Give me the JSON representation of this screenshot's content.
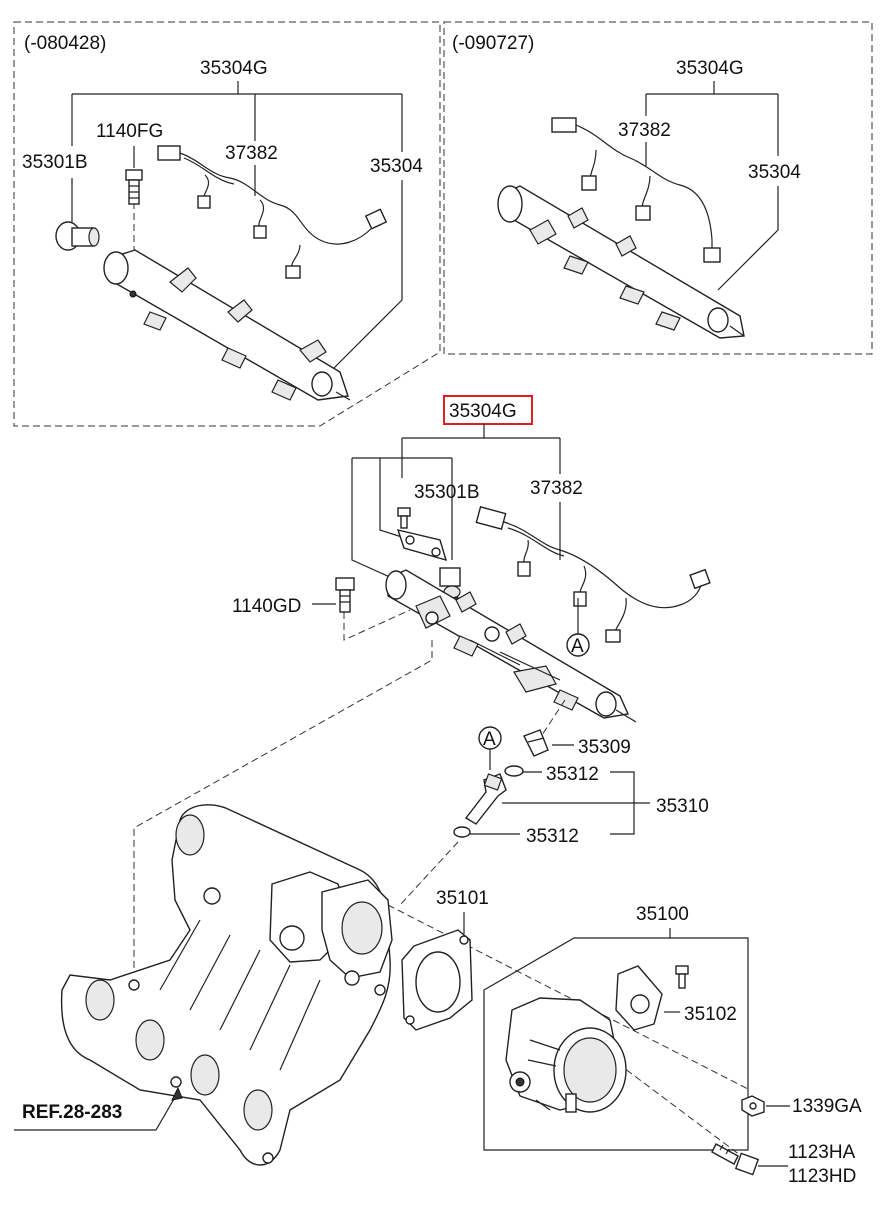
{
  "variants": {
    "left_code": "(-080428)",
    "right_code": "(-090727)"
  },
  "labels": {
    "tl_assembly": "35304G",
    "tl_fuel_pressure_reg": "35301B",
    "tl_bolt": "1140FG",
    "tl_wiring": "37382",
    "tl_rail": "35304",
    "tr_assembly": "35304G",
    "tr_wiring": "37382",
    "tr_rail": "35304",
    "main_assembly": "35304G",
    "main_regulator": "35301B",
    "main_wiring": "37382",
    "bolt_1140gd": "1140GD",
    "clip": "35309",
    "oring_top": "35312",
    "injector": "35310",
    "oring_bottom": "35312",
    "gasket": "35101",
    "throttle_body": "35100",
    "tps_sensor": "35102",
    "nut": "1339GA",
    "bolt_a": "1123HA",
    "bolt_b": "1123HD",
    "ref": "REF.28-283",
    "callout_a_top": "A",
    "callout_a_bottom": "A"
  },
  "highlight_color": "#e02020"
}
